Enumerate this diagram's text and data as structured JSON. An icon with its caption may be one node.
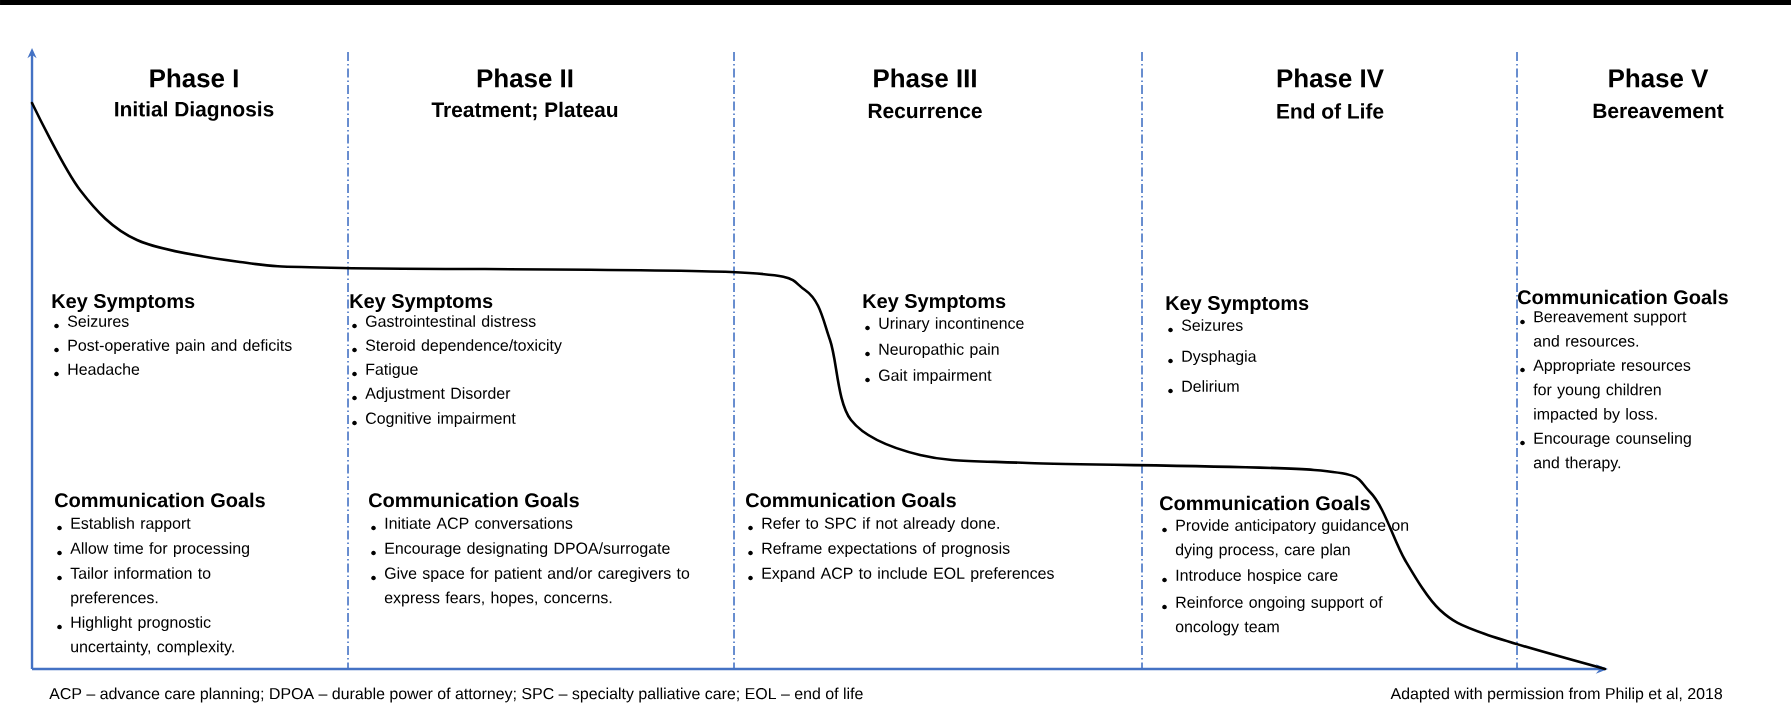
{
  "diagram": {
    "labels": [
      "Phase I",
      "Initial Diagnosis",
      "Phase II",
      "Treatment; Plateau",
      "Phase III",
      "Recurrence",
      "Phase IV",
      "End of Life",
      "Phase V",
      "Bereavement",
      "Key Symptoms",
      "Seizures",
      "Post-operative pain and deficits",
      "Headache",
      "Communication Goals",
      "Establish rapport",
      "Allow time for processing",
      "Tailor information to preferences.",
      "Highlight prognostic uncertainty, complexity.",
      "Key Symptoms",
      "Gastrointestinal distress",
      "Steroid dependence/toxicity",
      "Fatigue",
      "Adjustment Disorder",
      "Cognitive impairment",
      "Communication Goals",
      "Initiate ACP conversations",
      "Encourage designating DPOA/surrogate",
      "Give space for patient and/or caregivers to express fears, hopes, concerns.",
      "Key Symptoms",
      "Urinary incontinence",
      "Neuropathic pain",
      "Gait impairment",
      "Communication Goals",
      "Refer to SPC if not already done.",
      "Reframe expectations of prognosis",
      "Expand ACP to include EOL preferences",
      "Key Symptoms",
      "Seizures",
      "Dysphagia",
      "Delirium",
      "Communication Goals",
      "Provide anticipatory guidance on dying process, care plan",
      "Introduce hospice care",
      "Reinforce ongoing support of oncology team",
      "Communication Goals",
      "Bereavement support and resources.",
      "Appropriate resources for young children impacted by loss.",
      "Encourage counseling and therapy.",
      "ACP – advance care planning; DPOA – durable power of attorney; SPC – specialty palliative care; EOL – end of life",
      "Adapted with permission from Philip et al, 2018"
    ]
  }
}
